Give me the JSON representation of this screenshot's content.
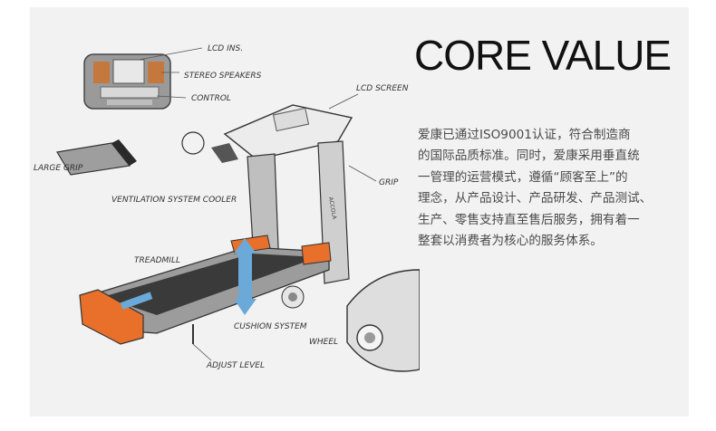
{
  "heading": "CORE VALUE",
  "paragraph_lines": [
    "爱康已通过ISO9001认证，符合制造商",
    "的国际品质标准。同时，爱康采用垂直统",
    "一管理的运营模式，遵循“顾客至上”的",
    "理念，从产品设计、产品研发、产品测试、",
    "生产、零售支持直至售后服务，拥有着一",
    "整套以消费者为核心的服务体系。"
  ],
  "sketch_labels": {
    "lcd_ins": "LCD INS.",
    "stereo": "STEREO SPEAKERS",
    "control": "CONTROL",
    "lcd_screen": "LCD SCREEN",
    "large_grip": "LARGE GRIP",
    "ventilation": "VENTILATION SYSTEM COOLER",
    "grip": "GRIP",
    "brand": "ACCOLA",
    "treadmill": "TREADMILL",
    "cushion": "CUSHION SYSTEM",
    "adjust": "ADJUST LEVEL",
    "wheel": "WHEEL"
  },
  "colors": {
    "accent_orange": "#e8702a",
    "arrow_blue": "#6aa9d8",
    "deck_dark": "#3a3a3a"
  }
}
